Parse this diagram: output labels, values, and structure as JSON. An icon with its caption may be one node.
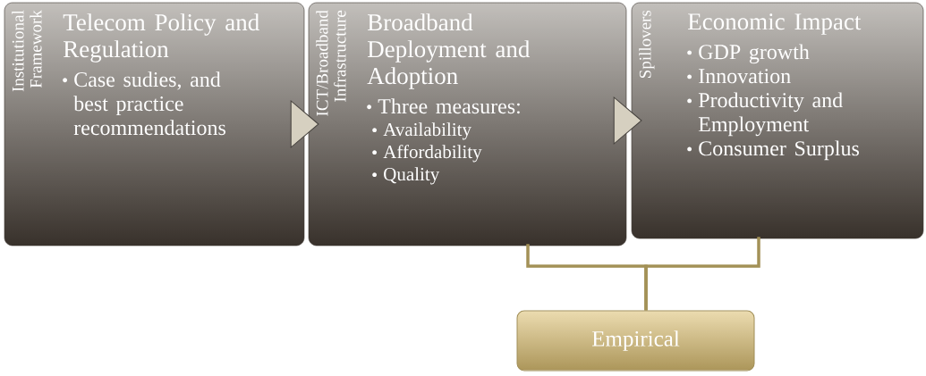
{
  "diagram": {
    "nodes": [
      {
        "text": [
          "Institutional Framework",
          "Telecom Policy and Regulation",
          "Case sudies, and best practice recommendations"
        ]
      },
      {
        "text": [
          "ICT/Broadband Infrastructure",
          "Broadband Deployment and Adoption",
          "Three measures:",
          "Availability",
          "Affordability",
          "Quality"
        ]
      },
      {
        "text": [
          "Spillovers",
          "Economic Impact",
          "GDP growth",
          "Innovation",
          "Productivity and Employment",
          "Consumer Surplus"
        ]
      },
      {
        "text": [
          "Empirical"
        ]
      }
    ],
    "edges": [
      {
        "from": 0,
        "to": 1,
        "arrow": "to"
      },
      {
        "from": 1,
        "to": 2,
        "arrow": "to"
      },
      {
        "from": 1,
        "to": 3,
        "arrow": "none",
        "color": "#a39157"
      },
      {
        "from": 2,
        "to": 3,
        "arrow": "none",
        "color": "#a39157"
      }
    ]
  }
}
